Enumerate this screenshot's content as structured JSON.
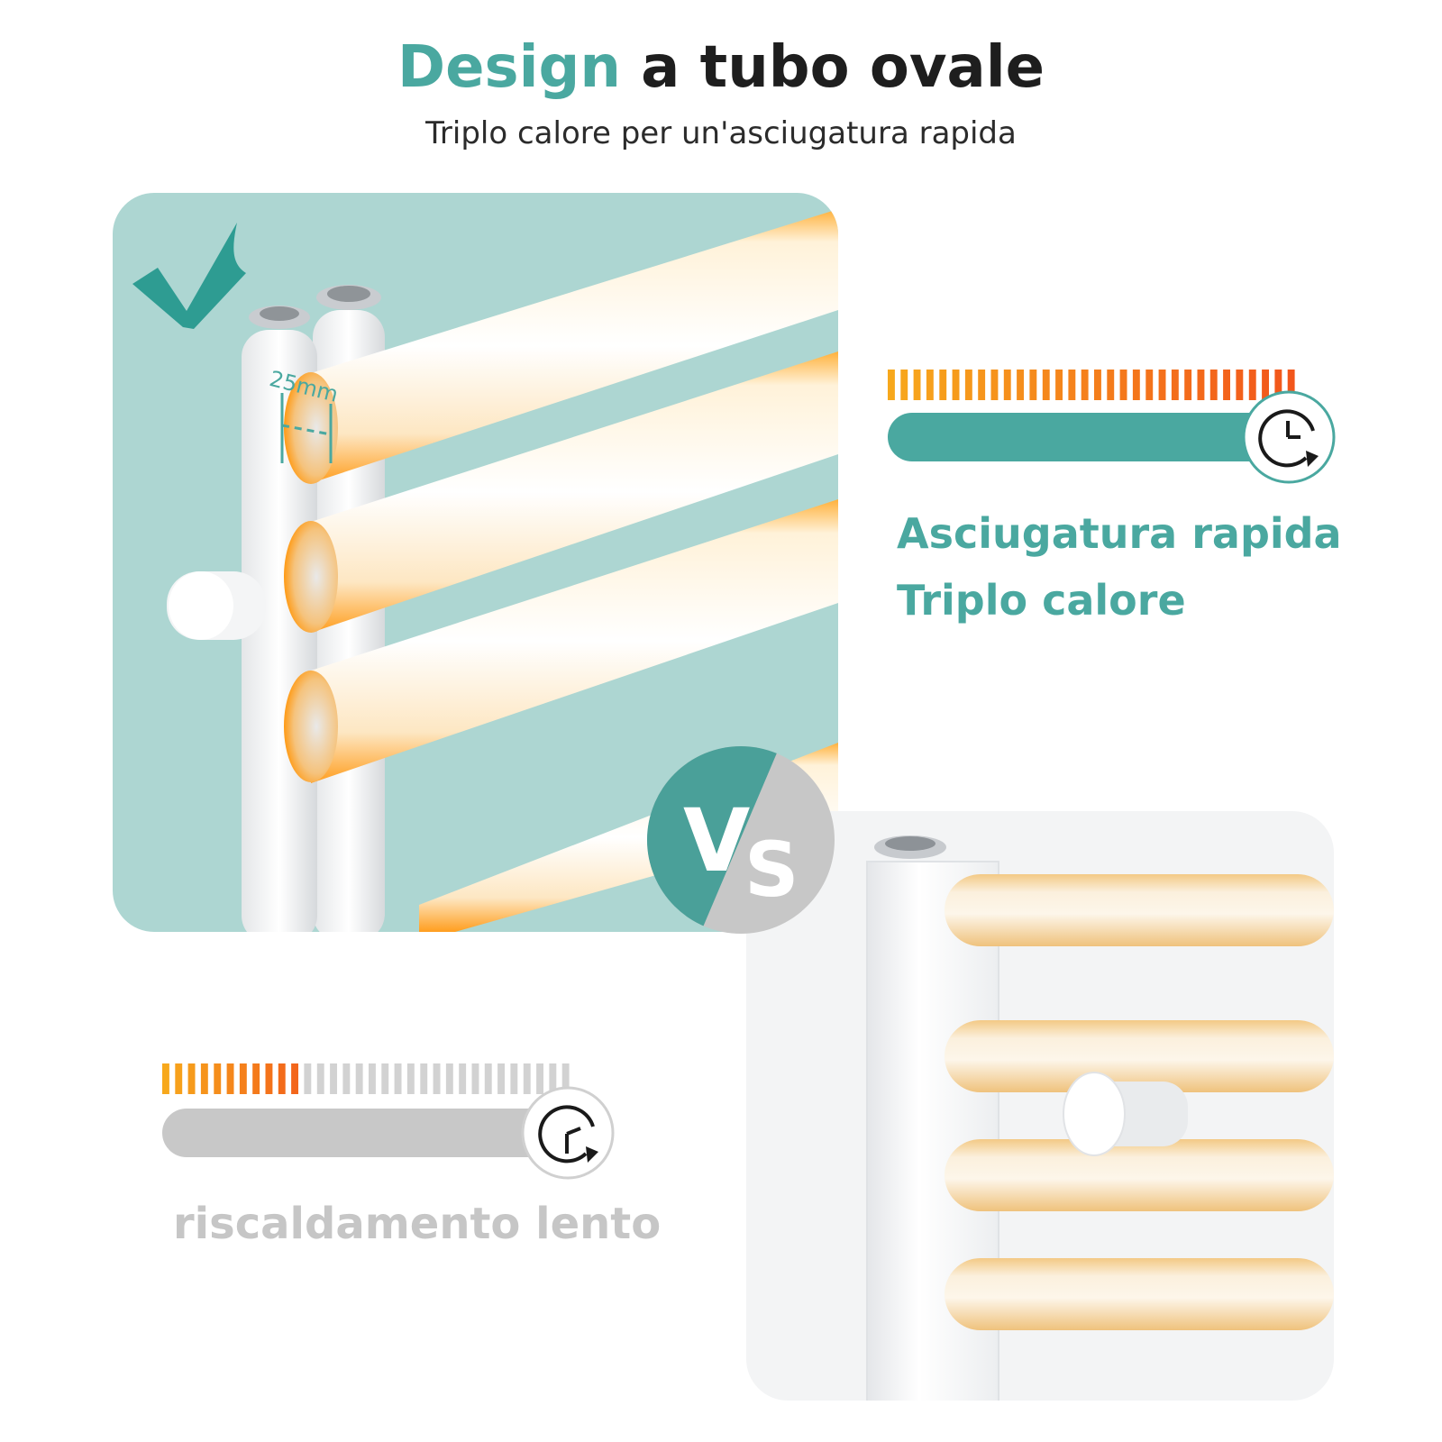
{
  "header": {
    "title_accent": "Design",
    "title_rest": " a tubo ovale",
    "subtitle": "Triplo calore per un'asciugatura rapida"
  },
  "good_panel": {
    "dimension_label": "25mm",
    "meter_fill": 1.0,
    "meter_label_1": "Asciugatura rapida",
    "meter_label_2": "Triplo calore",
    "icon": "clock-icon"
  },
  "bad_panel": {
    "meter_fill": 0.35,
    "meter_label": "riscaldamento lento",
    "icon": "clock-icon"
  },
  "vs_badge": {
    "text_v": "V",
    "text_s": "S"
  },
  "colors": {
    "teal": "#4aa8a0",
    "teal_bg": "#add6d2",
    "orange": "#f59a1e",
    "grey": "#c6c6c6"
  }
}
